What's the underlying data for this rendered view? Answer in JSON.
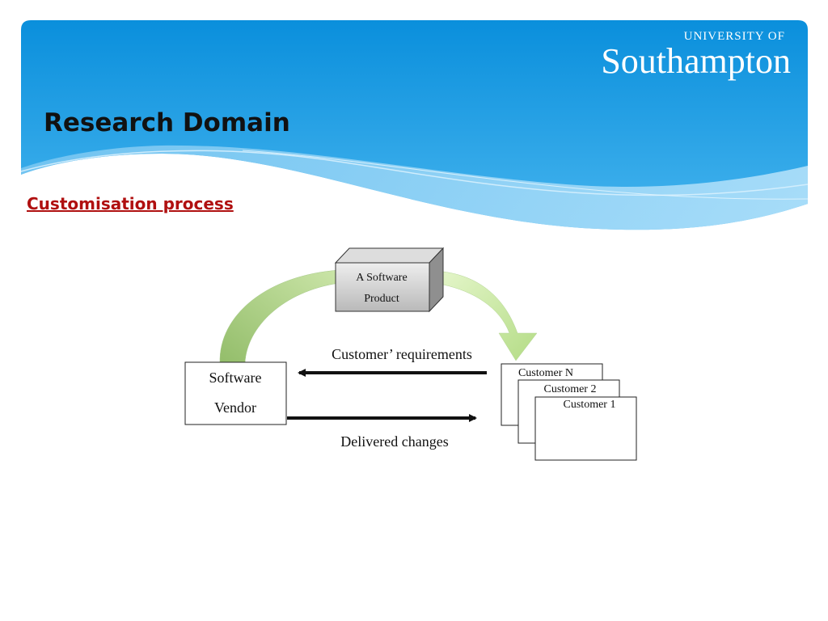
{
  "logo": {
    "line1": "UNIVERSITY OF",
    "line2": "Southampton"
  },
  "slide": {
    "title": "Research Domain",
    "subtitle": "Customisation process"
  },
  "diagram": {
    "product_line1": "A Software",
    "product_line2": "Product",
    "vendor_line1": "Software",
    "vendor_line2": "Vendor",
    "requirements_label": "Customer’ requirements",
    "changes_label": "Delivered changes",
    "customer_n": "Customer N",
    "customer_2": "Customer 2",
    "customer_1": "Customer 1"
  },
  "colors": {
    "header_top": "#0a8fdc",
    "header_bottom": "#45b4ee",
    "wave_light": "#a9dcf8",
    "subtitle": "#b01010",
    "arrow_green_dark": "#93bd6a",
    "arrow_green_light": "#def3bf"
  }
}
